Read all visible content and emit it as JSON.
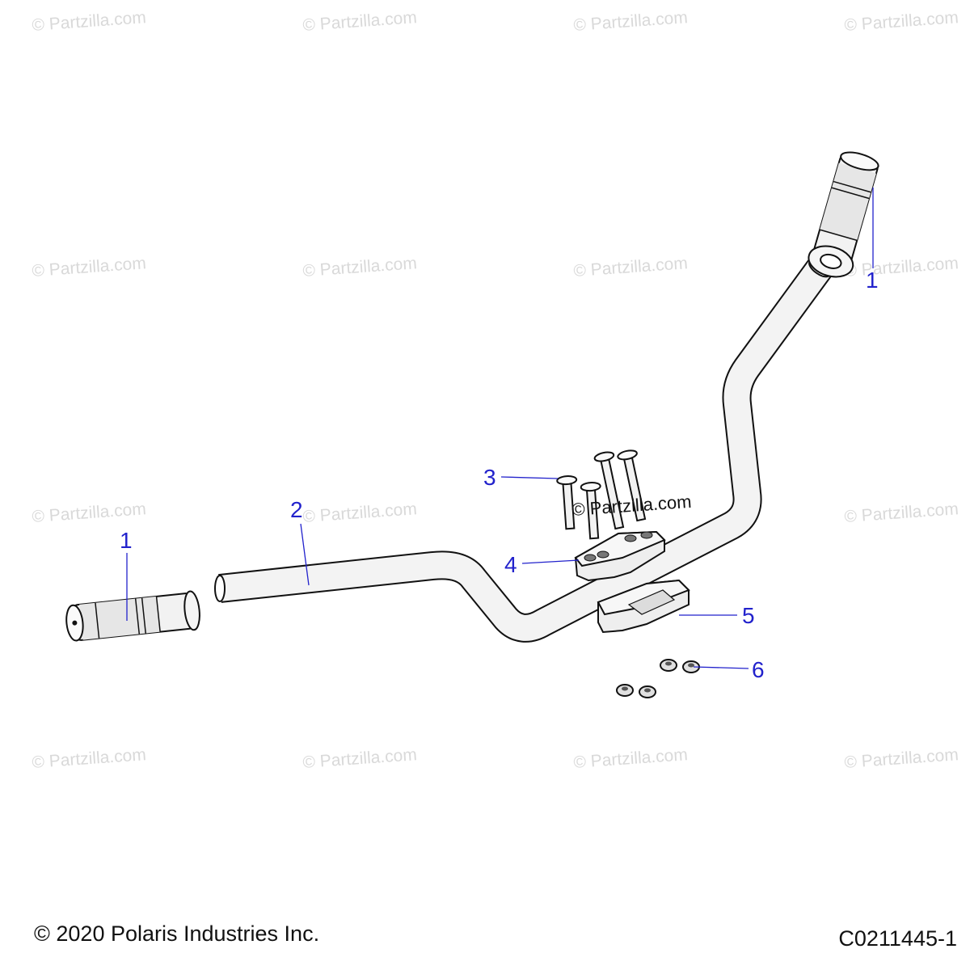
{
  "watermark": "© Partzilla.com",
  "center_watermark": "© Partzilla.com",
  "callouts": {
    "grip_right": "1",
    "grip_left": "1",
    "handlebar": "2",
    "bolt": "3",
    "upper_clamp": "4",
    "lower_clamp": "5",
    "nut": "6"
  },
  "footer": {
    "copyright": "© 2020 Polaris Industries Inc.",
    "drawing_number": "C0211445-1"
  },
  "colors": {
    "callout": "#2222cc",
    "watermark": "#d9d9d9",
    "part_fill": "#f3f3f3",
    "outline": "#111111"
  }
}
